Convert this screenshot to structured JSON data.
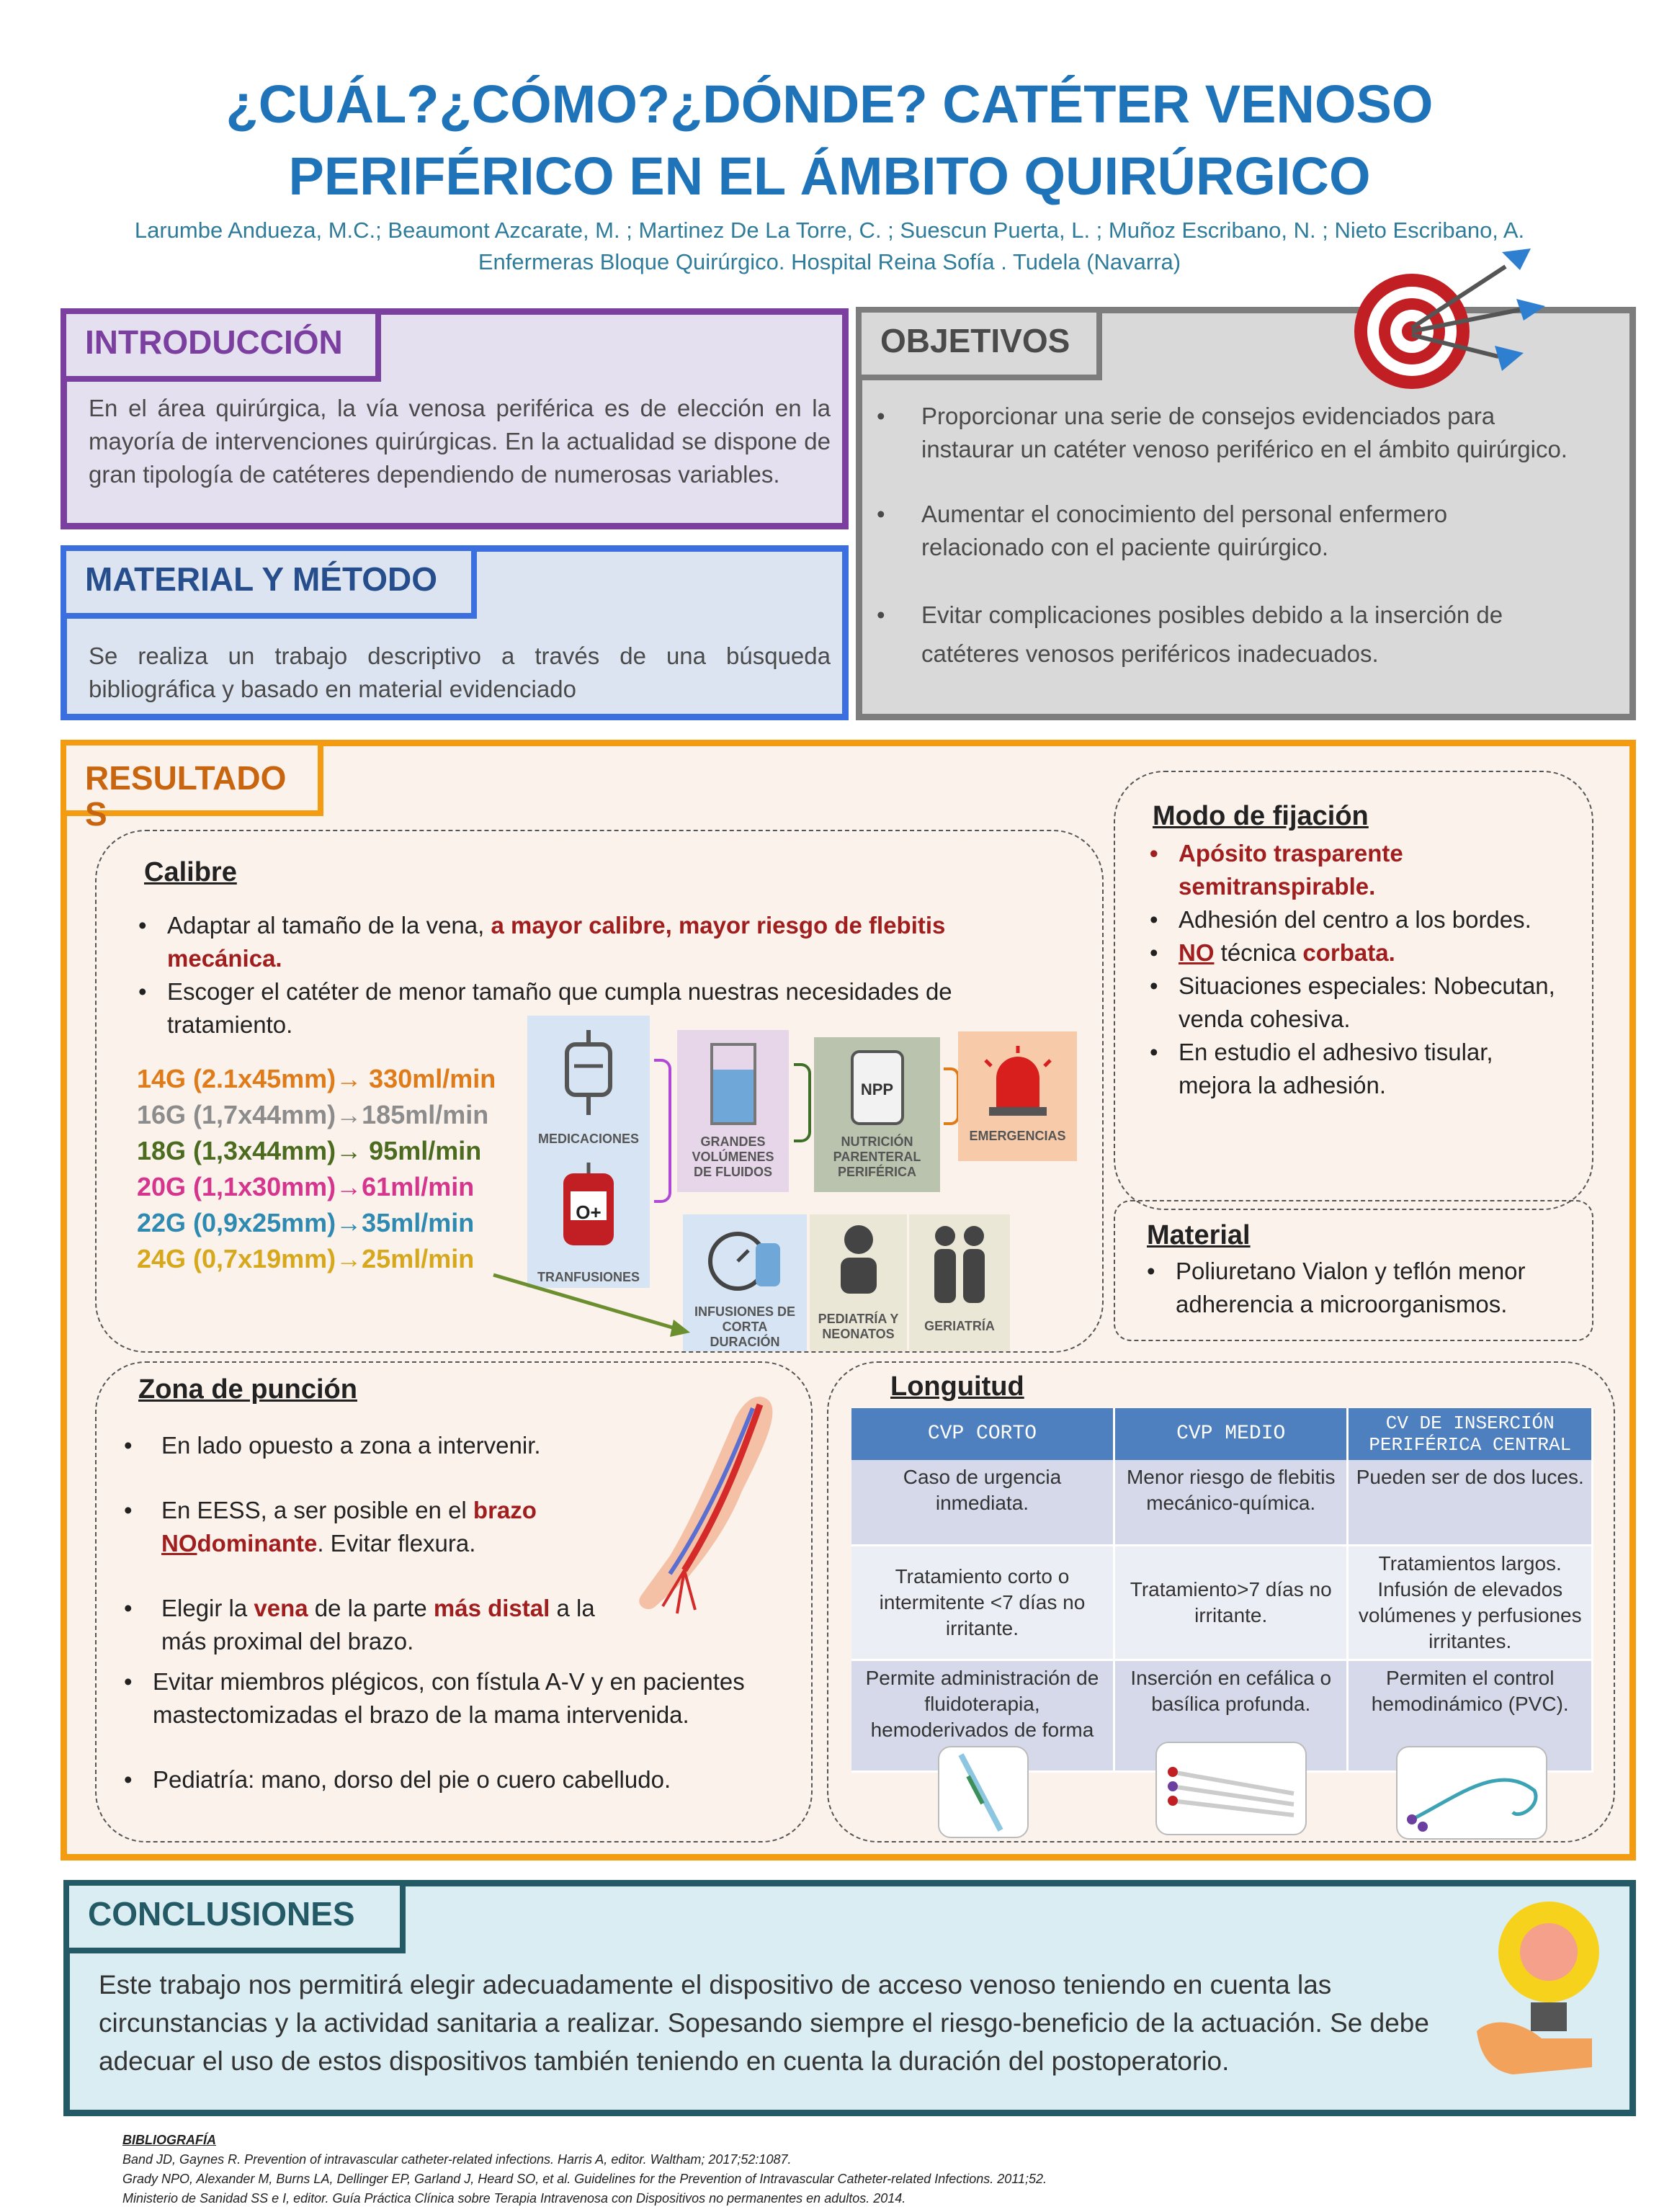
{
  "header": {
    "title_line1": "¿CUÁL?¿CÓMO?¿DÓNDE? CATÉTER VENOSO",
    "title_line2": "PERIFÉRICO EN EL ÁMBITO QUIRÚRGICO",
    "authors": "Larumbe Andueza, M.C.; Beaumont Azcarate, M. ; Martinez De La Torre, C. ; Suescun Puerta, L. ; Muñoz Escribano, N. ; Nieto Escribano, A.",
    "affiliation": "Enfermeras Bloque Quirúrgico. Hospital Reina Sofía . Tudela (Navarra)"
  },
  "intro": {
    "heading": "INTRODUCCIÓN",
    "text": "En el área quirúrgica, la vía venosa periférica es de elección en la mayoría de intervenciones quirúrgicas. En la actualidad se dispone de gran tipología de catéteres dependiendo de numerosas variables."
  },
  "method": {
    "heading": "MATERIAL Y MÉTODO",
    "text": "Se realiza un trabajo descriptivo a través de una búsqueda bibliográfica y basado en material evidenciado"
  },
  "objectives": {
    "heading": "OBJETIVOS",
    "items": [
      "Proporcionar una serie de consejos evidenciados para instaurar un catéter venoso periférico en el ámbito quirúrgico.",
      "Aumentar el conocimiento del personal enfermero relacionado con el paciente quirúrgico.",
      "Evitar complicaciones posibles debido a la inserción de catéteres venosos periféricos inadecuados."
    ]
  },
  "results": {
    "heading": "RESULTADOS",
    "calibre": {
      "heading": "Calibre",
      "b1_pre": "Adaptar al tamaño de la vena, ",
      "b1_red": "a mayor calibre, mayor riesgo de flebitis mecánica.",
      "b2": "Escoger el catéter de menor tamaño que cumpla nuestras necesidades de tratamiento.",
      "gauges": [
        {
          "label": "14G (2.1x45mm)",
          "flow": " 330ml/min",
          "color": "#e07b1a"
        },
        {
          "label": "16G (1,7x44mm)",
          "flow": "185ml/min",
          "color": "#8c8c8c"
        },
        {
          "label": "18G (1,3x44mm)",
          "flow": " 95ml/min",
          "color": "#4b6b1f"
        },
        {
          "label": "20G (1,1x30mm)",
          "flow": "61ml/min",
          "color": "#d6358e"
        },
        {
          "label": "22G (0,9x25mm)",
          "flow": "35ml/min",
          "color": "#2e8ab0"
        },
        {
          "label": "24G (0,7x19mm)",
          "flow": "25ml/min",
          "color": "#d7a81b"
        }
      ],
      "icons": {
        "medicaciones": "MEDICACIONES",
        "transfusiones": "TRANFUSIONES",
        "fluidos": "GRANDES VOLÚMENES DE FLUIDOS",
        "npp_label": "NPP",
        "nutricion": "NUTRICIÓN PARENTERAL PERIFÉRICA",
        "emergencias": "EMERGENCIAS",
        "infusiones": "INFUSIONES DE CORTA DURACIÓN",
        "pediatria": "PEDIATRÍA Y NEONATOS",
        "geriatria": "GERIATRÍA",
        "blood_label": "O+"
      }
    },
    "fijacion": {
      "heading": "Modo de fijación",
      "i1": "Apósito trasparente semitranspirable.",
      "i2": "Adhesión del centro a los bordes.",
      "i3_no": "NO",
      "i3_mid": " técnica ",
      "i3_red": "corbata.",
      "i4": "Situaciones especiales: Nobecutan, venda cohesiva.",
      "i5": "En estudio el adhesivo tisular, mejora la adhesión."
    },
    "material": {
      "heading": "Material",
      "item": "Poliuretano Vialon y teflón menor adherencia a microorganismos."
    },
    "zona": {
      "heading": "Zona de punción",
      "i1": "En lado opuesto a zona a intervenir.",
      "i2_pre": "En EESS, a ser posible en el ",
      "i2_red": "brazo ",
      "i2_no": "NO",
      "i2_red2": "dominante",
      "i2_post": ". Evitar flexura.",
      "i3_pre": "Elegir la ",
      "i3_red": "vena",
      "i3_mid": " de la parte ",
      "i3_red2": "más distal",
      "i3_post": " a la más proximal del brazo.",
      "i4": "Evitar miembros plégicos, con fístula A-V y en pacientes mastectomizadas el brazo de la mama intervenida.",
      "i5": "Pediatría: mano, dorso del pie o cuero cabelludo."
    },
    "longitud": {
      "heading": "Longuitud",
      "headers": [
        "CVP CORTO",
        "CVP MEDIO",
        "CV DE INSERCIÓN PERIFÉRICA CENTRAL"
      ],
      "rows": [
        [
          "Caso de urgencia inmediata.",
          "Menor riesgo de flebitis mecánico-química.",
          "Pueden ser de dos luces."
        ],
        [
          "Tratamiento corto o intermitente <7 días no irritante.",
          "Tratamiento>7 días no irritante.",
          "Tratamientos largos. Infusión de elevados volúmenes y perfusiones irritantes."
        ],
        [
          "Permite administración de fluidoterapia, hemoderivados de forma",
          "Inserción en cefálica o basílica profunda.",
          "Permiten el control hemodinámico (PVC)."
        ]
      ]
    }
  },
  "conclusions": {
    "heading": "CONCLUSIONES",
    "text": "Este trabajo nos permitirá elegir adecuadamente el dispositivo de acceso venoso teniendo en cuenta las circunstancias y  la actividad sanitaria a realizar. Sopesando siempre el riesgo-beneficio de la actuación. Se  debe adecuar el uso de estos dispositivos también teniendo en cuenta la duración del postoperatorio."
  },
  "bibliography": {
    "heading": "BIBLIOGRAFÍA",
    "refs": [
      "Band JD, Gaynes R. Prevention of intravascular catheter-related infections. Harris A, editor. Waltham; 2017;52:1087.",
      "Grady NPO, Alexander M, Burns LA, Dellinger EP, Garland J, Heard SO, et al. Guidelines for the Prevention of Intravascular Catheter-related Infections. 2011;52.",
      "Ministerio de Sanidad SS e I, editor. Guía Práctica Clínica sobre Terapia Intravenosa con Dispositivos no permanentes en adultos. 2014."
    ]
  },
  "colors": {
    "title": "#1f73b8",
    "intro_border": "#7b3fa0",
    "method_border": "#3b6fe0",
    "objectives_border": "#7d7d7d",
    "results_border": "#f39c12",
    "conclusions_border": "#245a66",
    "highlight_red": "#a01e1e"
  }
}
